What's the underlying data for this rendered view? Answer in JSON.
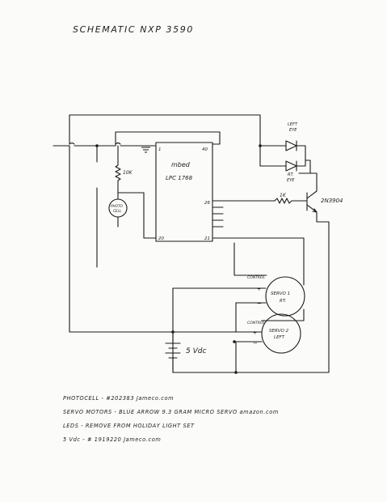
{
  "title": "SCHEMATIC   NXP   3590",
  "mcu": {
    "line1": "mbed",
    "line2": "LPC 1768",
    "pin1": "1",
    "pin40": "40",
    "pin26": "26",
    "pin20": "20",
    "pin21": "21"
  },
  "resistor_10k": "10K",
  "photocell": {
    "line1": "PHOTO",
    "line2": "CELL"
  },
  "led_left": {
    "line1": "LEFT",
    "line2": "EYE"
  },
  "led_right": {
    "line1": "RT.",
    "line2": "EYE"
  },
  "resistor_1k": "1K",
  "transistor": "2N3904",
  "servo_right": {
    "control": "CONTROL",
    "line1": "SERVO 1",
    "line2": "RT."
  },
  "servo_left": {
    "control": "CONTROL",
    "line1": "SERVO 2",
    "line2": "LEFT"
  },
  "battery": "5 Vdc",
  "notes": [
    "PHOTOCELL - #202383  Jameco.com",
    "SERVO MOTORS - BLUE ARROW 9.3 GRAM MICRO SERVO   amazon.com",
    "LEDS - REMOVE FROM HOLIDAY LIGHT SET",
    "5 Vdc  -  # 1919220   Jameco.com"
  ]
}
